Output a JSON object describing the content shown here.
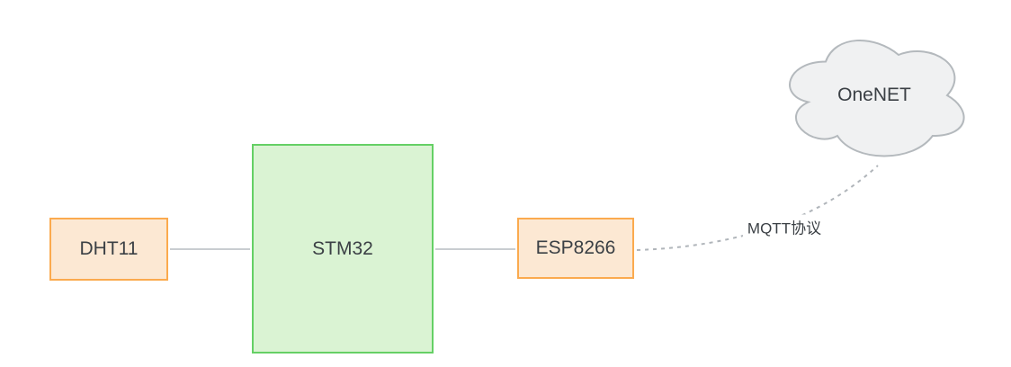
{
  "diagram": {
    "canvas": {
      "background": "#ffffff"
    },
    "nodes": [
      {
        "id": "dht11",
        "label": "DHT11",
        "shape": "rectangle",
        "fill": "#fce8d3",
        "stroke": "#fbaa4e"
      },
      {
        "id": "stm32",
        "label": "STM32",
        "shape": "rectangle",
        "fill": "#daf3d3",
        "stroke": "#65d065"
      },
      {
        "id": "esp8266",
        "label": "ESP8266",
        "shape": "rectangle",
        "fill": "#fce8d3",
        "stroke": "#fbaa4e"
      },
      {
        "id": "onenet",
        "label": "OneNET",
        "shape": "cloud",
        "fill": "#f0f1f2",
        "stroke": "#b4b9bd"
      }
    ],
    "edges": [
      {
        "from": "dht11",
        "to": "stm32",
        "style": "solid",
        "label": ""
      },
      {
        "from": "stm32",
        "to": "esp8266",
        "style": "solid",
        "label": ""
      },
      {
        "from": "esp8266",
        "to": "onenet",
        "style": "dashed",
        "label": "MQTT协议"
      }
    ],
    "colors": {
      "canvas-bg": "#ffffff",
      "text-color": "#3b4045",
      "orange-fill": "#fce8d3",
      "orange-stroke": "#fbaa4e",
      "green-fill": "#daf3d3",
      "green-stroke": "#65d065",
      "cloud-fill": "#f0f1f2",
      "cloud-stroke": "#b4b9bd",
      "line-color": "#c9cdd1",
      "dash-color": "#b0b5ba"
    }
  }
}
